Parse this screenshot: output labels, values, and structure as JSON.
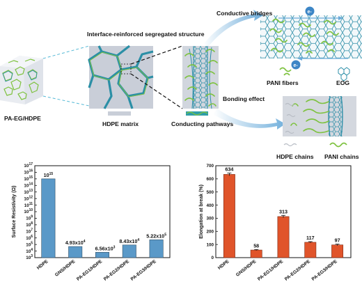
{
  "diagram": {
    "labels": {
      "composite": "PA-EG/HDPE",
      "matrix": "HDPE matrix",
      "pathways": "Conducting pathways",
      "segregated": "Interface-reinforced segregated structure",
      "bridges": "Conductive bridges",
      "bonding": "Bonding effect",
      "pani_fibers": "PANI fibers",
      "eog": "EOG",
      "hdpe_chains": "HDPE chains",
      "pani_chains": "PANI chains",
      "electron": "e-"
    },
    "colors": {
      "graphene": "#2d8fa8",
      "pani": "#7ec23f",
      "matrix": "#c7cdd8",
      "arrow": "#7fb6dd"
    }
  },
  "chart_data": [
    {
      "type": "bar",
      "ylabel": "Surface Resistivity (Ω)",
      "scale": "log",
      "categories": [
        "HDPE",
        "GNS/HDPE",
        "PA-EG1/HDPE",
        "PA-EG2/HDPE",
        "PA-EG3/HDPE"
      ],
      "values": [
        1000000000000000.0,
        49300,
        6560,
        84300,
        522000
      ],
      "data_labels": [
        {
          "base": "10",
          "sup": "15"
        },
        {
          "base": "4.93x10",
          "sup": "4"
        },
        {
          "base": "6.56x10",
          "sup": "3"
        },
        {
          "base": "8.43x10",
          "sup": "4"
        },
        {
          "base": "5.22x10",
          "sup": "5"
        }
      ],
      "yticks": [
        "3",
        "4",
        "5",
        "6",
        "7",
        "8",
        "9",
        "10",
        "11",
        "12",
        "13",
        "14",
        "15",
        "16",
        "17"
      ],
      "ytick_base": "10",
      "color": "#5a99c8"
    },
    {
      "type": "bar",
      "ylabel": "Elongation at break (%)",
      "categories": [
        "HDPE",
        "GNS/HDPE",
        "PA-EG1/HDPE",
        "PA-EG2/HDPE",
        "PA-EG3/HDPE"
      ],
      "values": [
        634,
        58,
        313,
        117,
        97
      ],
      "errors": [
        10,
        4,
        9,
        5,
        6
      ],
      "data_labels": [
        "634",
        "58",
        "313",
        "117",
        "97"
      ],
      "ylim": [
        0,
        700
      ],
      "yticks": [
        "0",
        "100",
        "200",
        "300",
        "400",
        "500",
        "600",
        "700"
      ],
      "color": "#e0542a"
    }
  ]
}
